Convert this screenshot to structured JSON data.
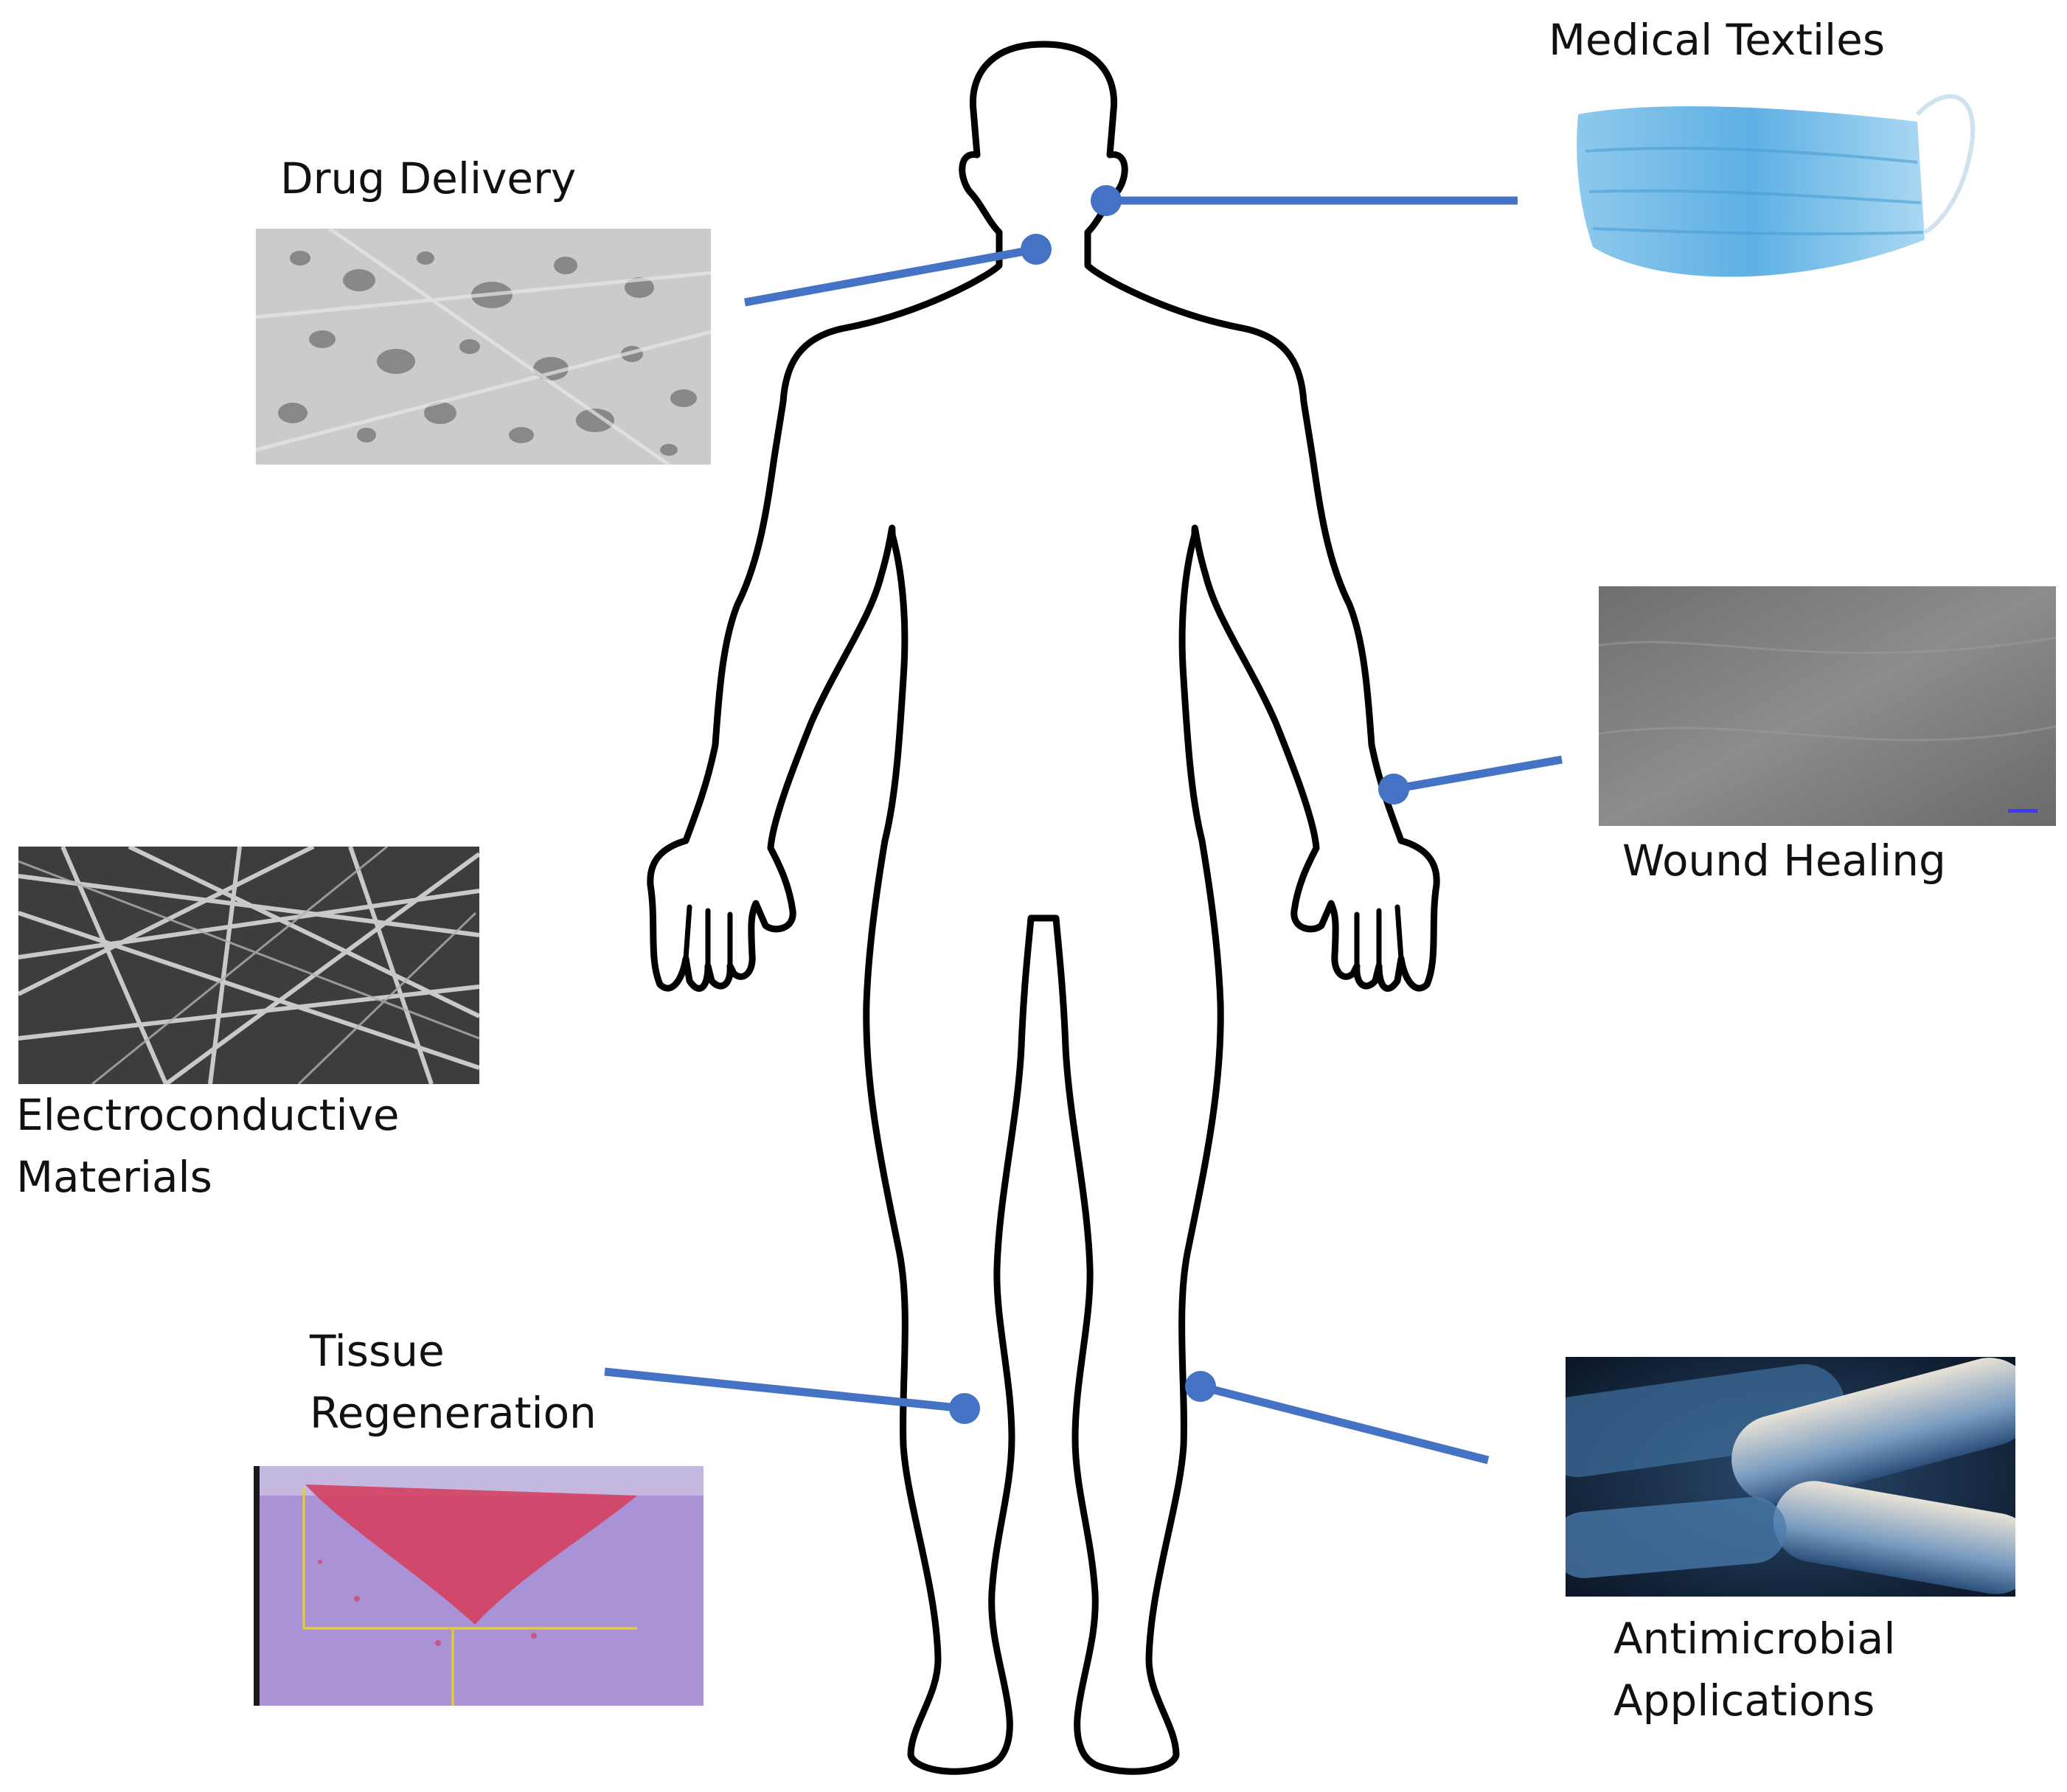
{
  "labels": {
    "medical_textiles": "Medical Textiles",
    "drug_delivery": "Drug Delivery",
    "wound_healing": "Wound Healing",
    "electroconductive": [
      "Electroconductive",
      "Materials"
    ],
    "tissue_regeneration": [
      "Tissue",
      "Regeneration"
    ],
    "antimicrobial": [
      "Antimicrobial",
      "Applications"
    ]
  },
  "images": {
    "medical_textiles": "surgical-mask-image",
    "drug_delivery": "porous-fiber-sem-image",
    "wound_healing": "grey-membrane-sem-image",
    "electroconductive": "nanofiber-mesh-sem-image",
    "tissue_regeneration": "stained-tissue-section-image",
    "antimicrobial": "bacteria-render-image"
  },
  "colors": {
    "connector": "#4472c4",
    "outline": "#000000",
    "background": "#ffffff"
  }
}
